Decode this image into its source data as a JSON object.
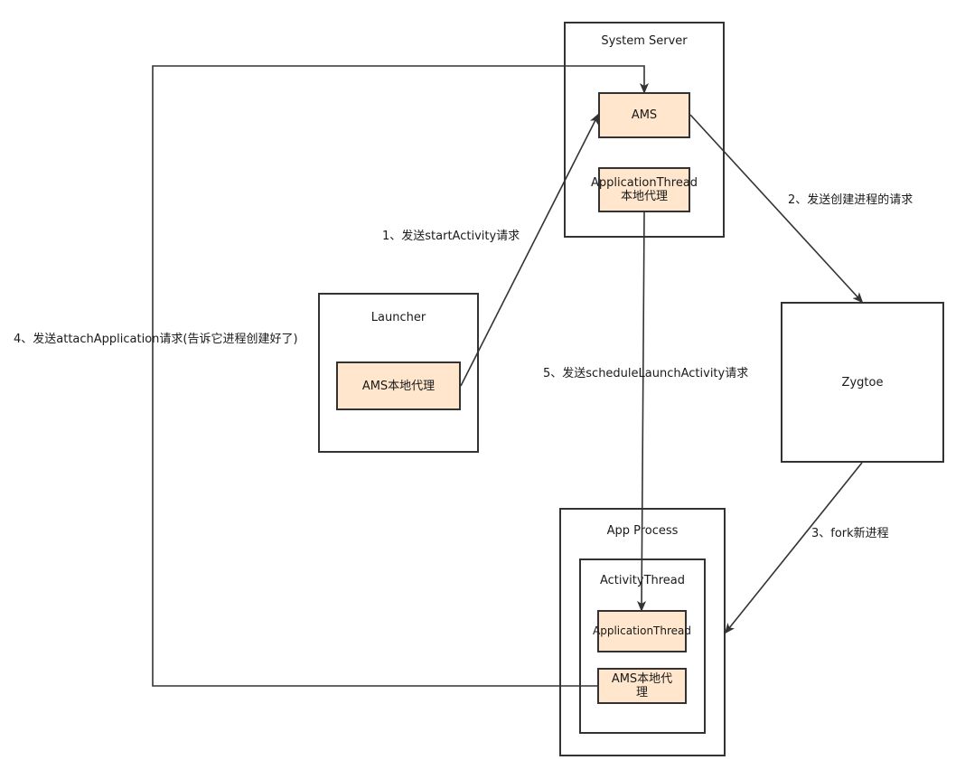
{
  "containers": {
    "system_server": "System Server",
    "launcher": "Launcher",
    "zygote": "Zygtoe",
    "app_process": "App Process",
    "activity_thread": "ActivityThread"
  },
  "nodes": {
    "ams": "AMS",
    "app_thread_proxy": [
      "ApplicationThread",
      "本地代理"
    ],
    "launcher_ams_proxy": "AMS本地代理",
    "application_thread": "ApplicationThread",
    "app_ams_proxy": [
      "AMS本地代",
      "理"
    ]
  },
  "edges": {
    "step1": "1、发送startActivity请求",
    "step2": "2、发送创建进程的请求",
    "step3": "3、fork新进程",
    "step4": "4、发送attachApplication请求(告诉它进程创建好了)",
    "step5": "5、发送scheduleLaunchActivity请求"
  },
  "colors": {
    "node_fill": "#ffe6cc",
    "stroke": "#333333"
  }
}
